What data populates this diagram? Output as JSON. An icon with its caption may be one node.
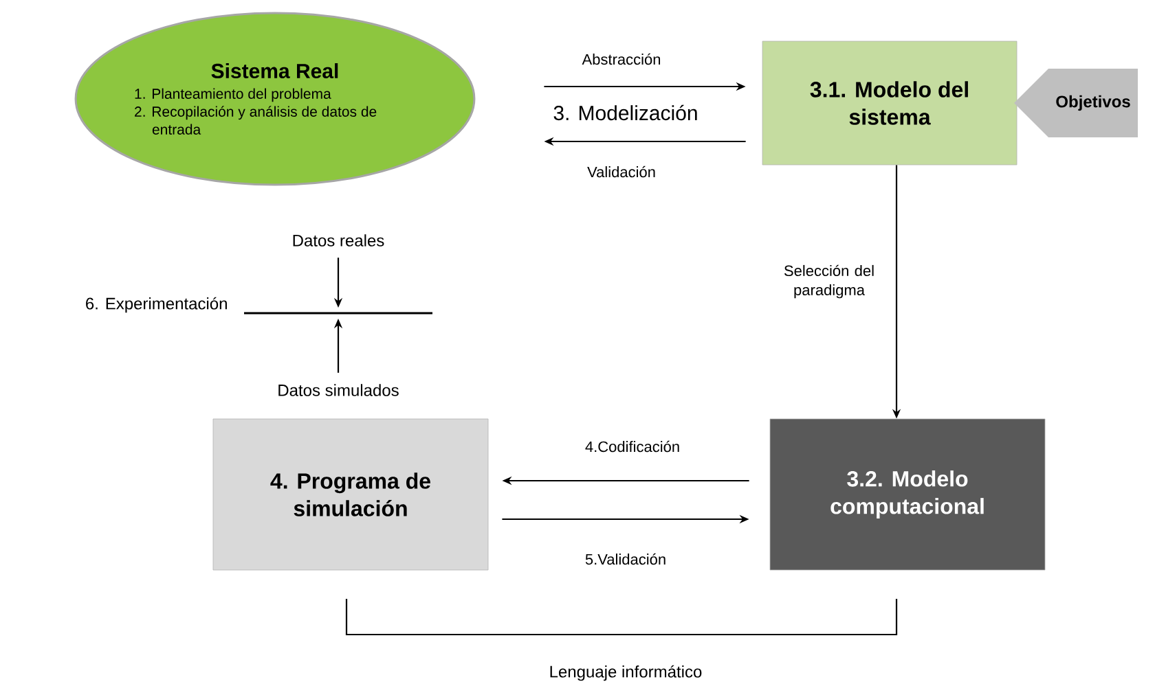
{
  "diagram": {
    "nodes": [
      {
        "text": [
          "Sistema Real",
          "1. Planteamiento del problema",
          "2. Recopilación y análisis de datos de entrada"
        ]
      },
      {
        "text": [
          "3.1. Modelo del sistema"
        ]
      },
      {
        "text": [
          "Objetivos"
        ]
      },
      {
        "text": [
          "4. Programa de simulación"
        ]
      },
      {
        "text": [
          "3.2. Modelo computacional"
        ]
      },
      {
        "text": [
          "Datos reales"
        ]
      },
      {
        "text": [],
        "shape": "bar",
        "beside": [
          "6. Experimentación"
        ]
      },
      {
        "text": [
          "Datos simulados"
        ]
      }
    ],
    "edges": [
      {
        "from": 0,
        "to": 1,
        "arrow": "to",
        "label": "Abstracción"
      },
      {
        "from": 1,
        "to": 0,
        "arrow": "to",
        "label": "Validación"
      },
      {
        "from": 1,
        "to": 4,
        "arrow": "to",
        "label": "Selección del paradigma"
      },
      {
        "from": 4,
        "to": 3,
        "arrow": "to",
        "label": "4.Codificación"
      },
      {
        "from": 3,
        "to": 4,
        "arrow": "to",
        "label": "5.Validación"
      },
      {
        "from": 5,
        "to": 6,
        "arrow": "to"
      },
      {
        "from": 7,
        "to": 6,
        "arrow": "to"
      }
    ],
    "labels": [
      "3. Modelización",
      "Lenguaje informático"
    ]
  }
}
